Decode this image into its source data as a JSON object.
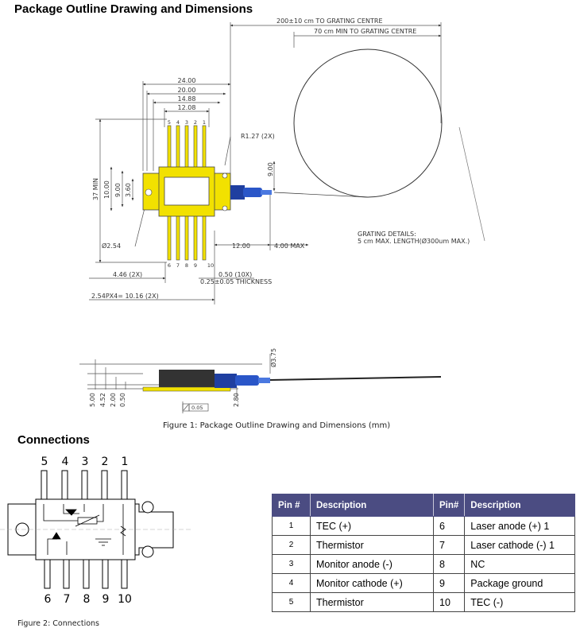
{
  "headings": {
    "package": "Package Outline Drawing and Dimensions",
    "connections": "Connections"
  },
  "captions": {
    "figure1": "Figure 1: Package Outline Drawing and Dimensions (mm)",
    "figure2": "Figure 2: Connections"
  },
  "drawing": {
    "dim_200": "200±10 cm TO GRATING CENTRE",
    "dim_70": "70 cm MIN TO GRATING CENTRE",
    "w24": "24.00",
    "w20": "20.00",
    "w1488": "14.88",
    "w1208": "12.08",
    "radius": "R1.27 (2X)",
    "h37": "37 MIN",
    "h10": "10.00",
    "h9": "9.00",
    "h360": "3.60",
    "v9": "9.00",
    "hole": "Ø2.54",
    "d12": "12.00",
    "d4": "4.00 MAX",
    "d446": "4.46 (2X)",
    "d050": "0.50 (10X)",
    "thickness": "0.25±0.05 THICKNESS",
    "pitch": "2.54PX4= 10.16 (2X)",
    "grating1": "GRATING DETAILS:",
    "grating2": "5 cm MAX. LENGTH(Ø300um MAX.)",
    "top_pins": [
      "5",
      "4",
      "3",
      "2",
      "1"
    ],
    "bottom_pins": [
      "6",
      "7",
      "8",
      "9",
      "10"
    ],
    "side_500": "5.00",
    "side_452": "4.52",
    "side_200": "2.00",
    "side_050": "0.50",
    "side_280": "2.80",
    "side_375": "Ø3.75",
    "flatness": "0.05"
  },
  "connections_pins": {
    "top": [
      "5",
      "4",
      "3",
      "2",
      "1"
    ],
    "bottom": [
      "6",
      "7",
      "8",
      "9",
      "10"
    ]
  },
  "pin_table": {
    "headers": [
      "Pin #",
      "Description",
      "Pin#",
      "Description"
    ],
    "rows": [
      {
        "pin_a": "1",
        "desc_a": "TEC (+)",
        "pin_b": "6",
        "desc_b": "Laser anode (+) 1"
      },
      {
        "pin_a": "2",
        "desc_a": "Thermistor",
        "pin_b": "7",
        "desc_b": "Laser cathode (-) 1"
      },
      {
        "pin_a": "3",
        "desc_a": "Monitor anode (-)",
        "pin_b": "8",
        "desc_b": "NC"
      },
      {
        "pin_a": "4",
        "desc_a": "Monitor cathode (+)",
        "pin_b": "9",
        "desc_b": "Package ground"
      },
      {
        "pin_a": "5",
        "desc_a": "Thermistor",
        "pin_b": "10",
        "desc_b": "TEC (-)"
      }
    ]
  },
  "colors": {
    "header_bg": "#4b4c82",
    "package_yellow": "#f2e100",
    "fiber_blue": "#2a56c8"
  }
}
